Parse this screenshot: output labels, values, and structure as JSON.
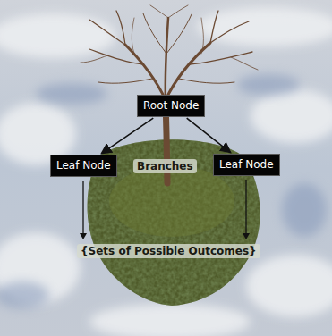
{
  "diagram": {
    "nodes": [
      {
        "text": [
          "Root Node"
        ]
      },
      {
        "text": [
          "Leaf Node"
        ]
      },
      {
        "text": [
          "Leaf Node"
        ]
      }
    ],
    "edges": [
      {
        "from": 0,
        "to": 1,
        "arrow": "to"
      },
      {
        "from": 0,
        "to": 2,
        "arrow": "to"
      }
    ],
    "labels": [
      "Branches",
      "{Sets of Possible Outcomes}"
    ]
  }
}
